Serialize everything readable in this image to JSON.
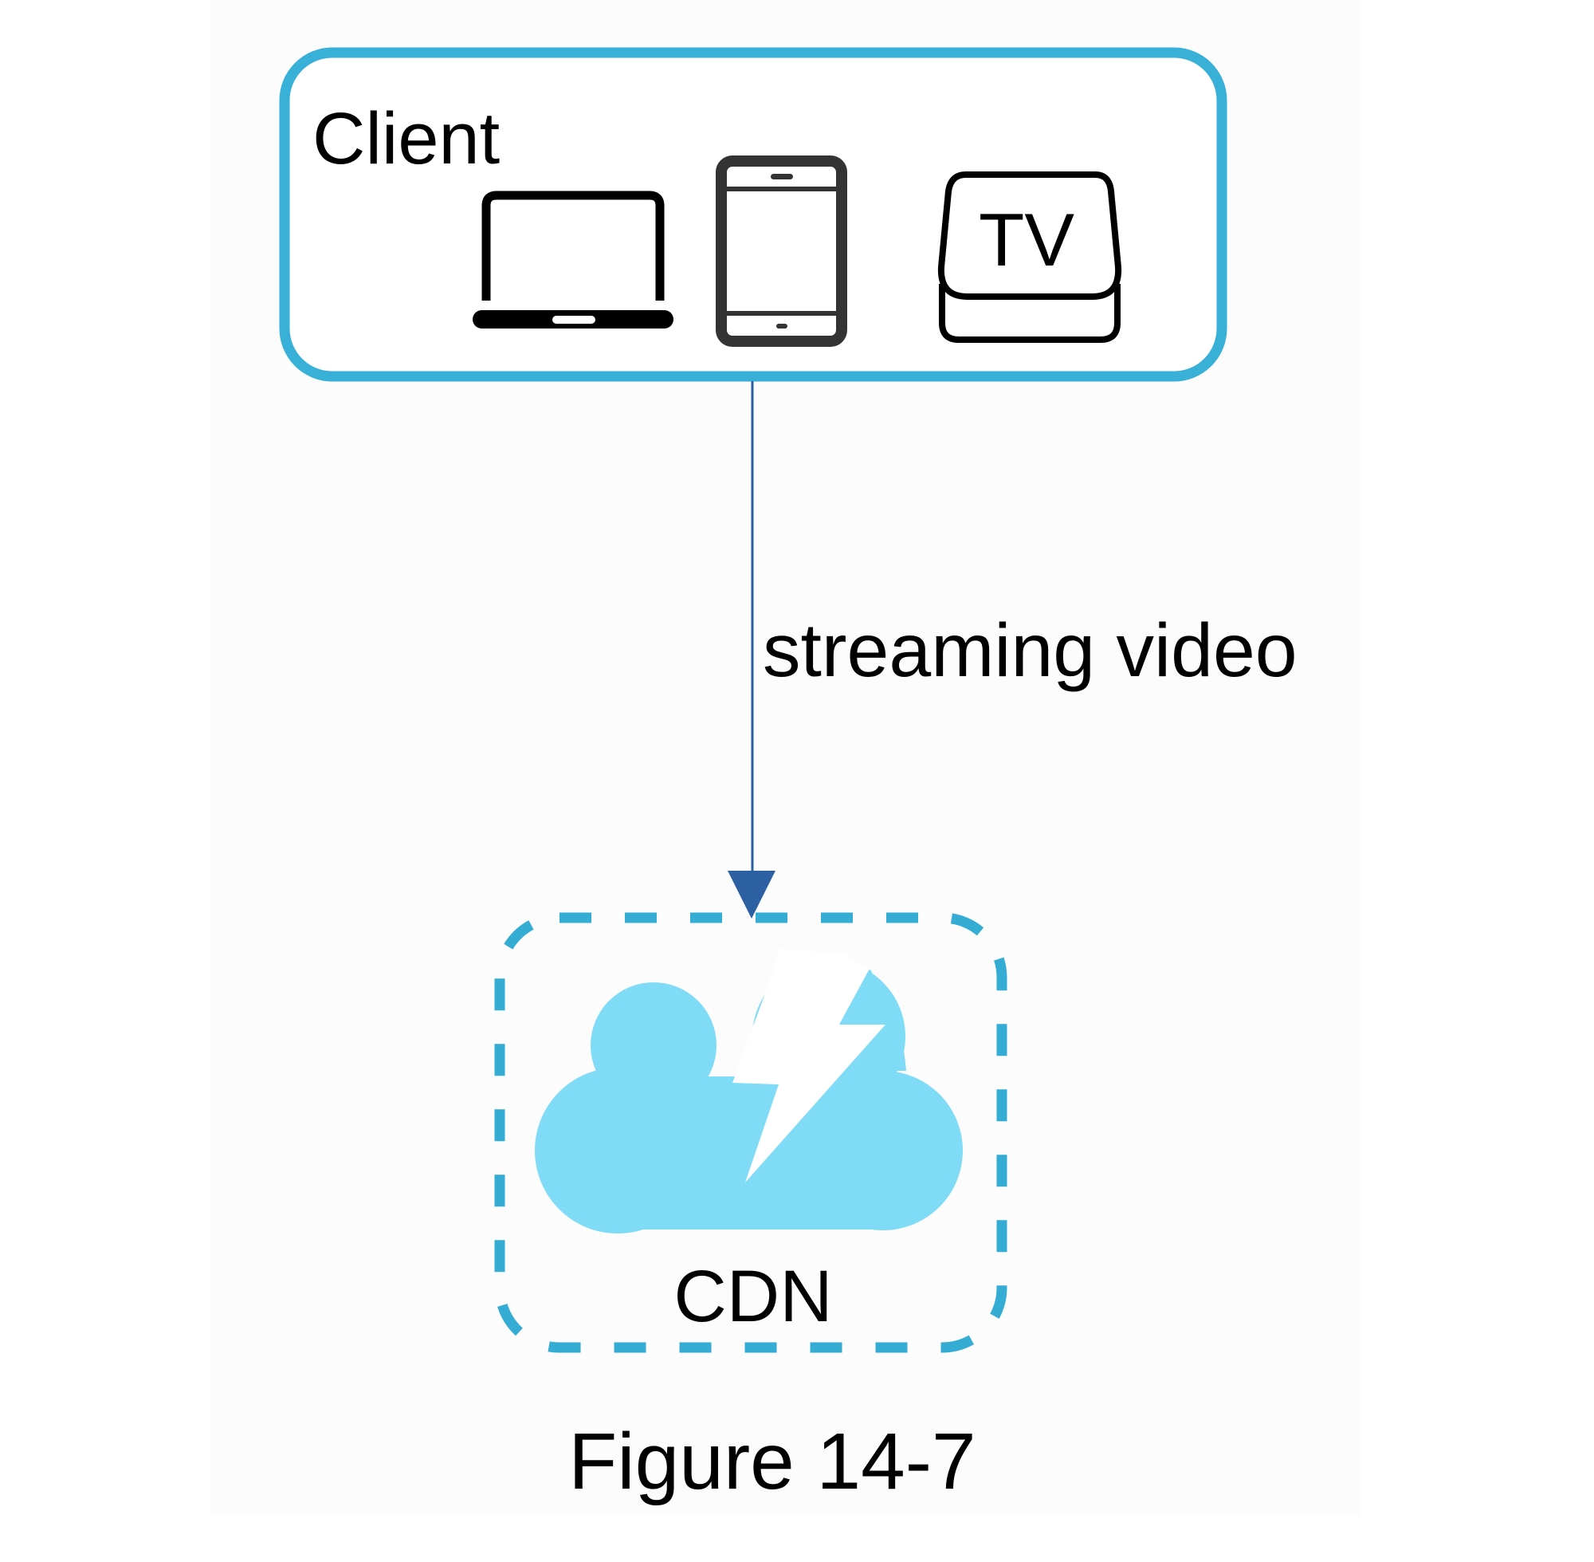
{
  "figure": {
    "caption": "Figure 14-7"
  },
  "client": {
    "label": "Client",
    "devices": [
      {
        "name": "laptop",
        "icon": "laptop-icon"
      },
      {
        "name": "phone",
        "icon": "smartphone-icon"
      },
      {
        "name": "tv",
        "icon": "tv-box-icon",
        "label": "TV"
      }
    ]
  },
  "edge": {
    "label": "streaming video",
    "from": "Client",
    "to": "CDN"
  },
  "cdn": {
    "label": "CDN",
    "icon": "cloud-lightning-icon"
  },
  "colors": {
    "client_border": "#38b0d8",
    "cdn_border": "#35acd4",
    "cloud_fill": "#80dbf7",
    "arrow": "#2c60a2",
    "icon_dark": "#000000",
    "phone": "#333333"
  }
}
